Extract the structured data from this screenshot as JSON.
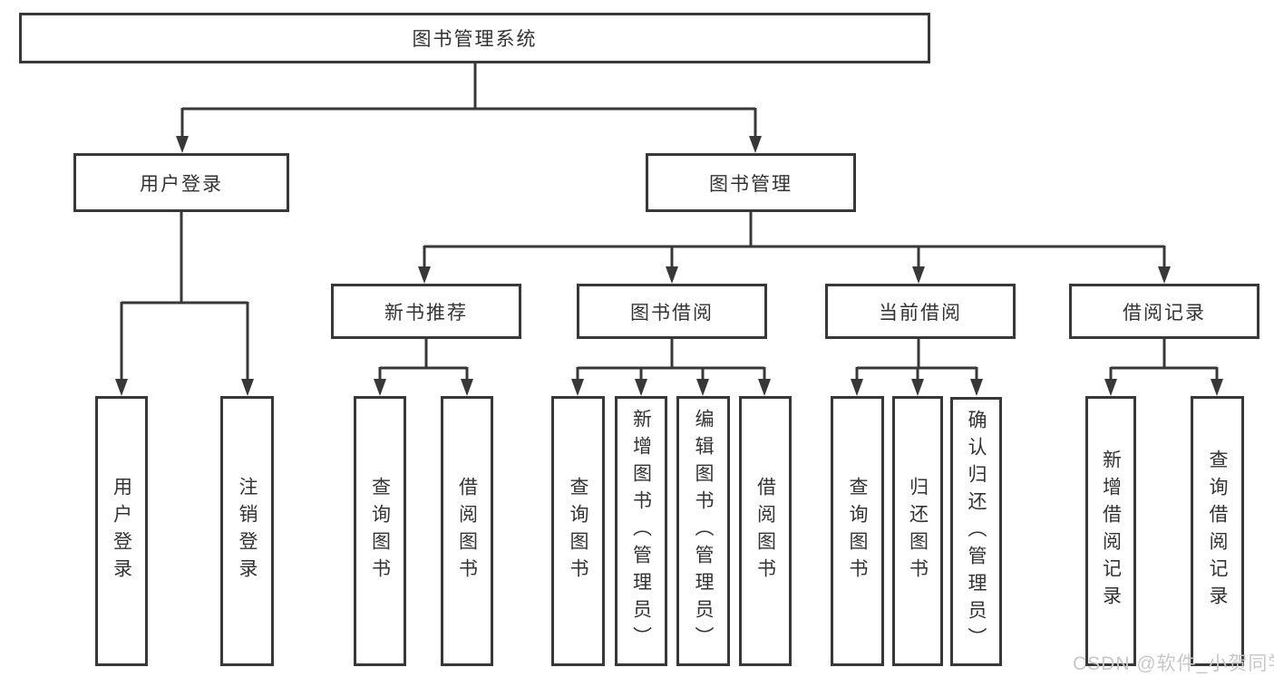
{
  "diagram": {
    "title": "图书管理系统",
    "level2": {
      "login": "用户登录",
      "management": "图书管理"
    },
    "level3": {
      "new_books": "新书推荐",
      "book_borrow": "图书借阅",
      "current_borrow": "当前借阅",
      "borrow_records": "借阅记录"
    },
    "leaves": {
      "login": [
        "用户登录",
        "注销登录"
      ],
      "new_books": [
        "查询图书",
        "借阅图书"
      ],
      "book_borrow": [
        "查询图书",
        "新增图书（管理员）",
        "编辑图书（管理员）",
        "借阅图书"
      ],
      "current_borrow": [
        "查询图书",
        "归还图书",
        "确认归还（管理员）"
      ],
      "borrow_records": [
        "新增借阅记录",
        "查询借阅记录"
      ]
    }
  },
  "watermark": "CSDN @软件_小贺同学",
  "colors": {
    "line": "#383838",
    "text": "#333333",
    "watermark": "#c8c8c8",
    "background": "#ffffff"
  }
}
